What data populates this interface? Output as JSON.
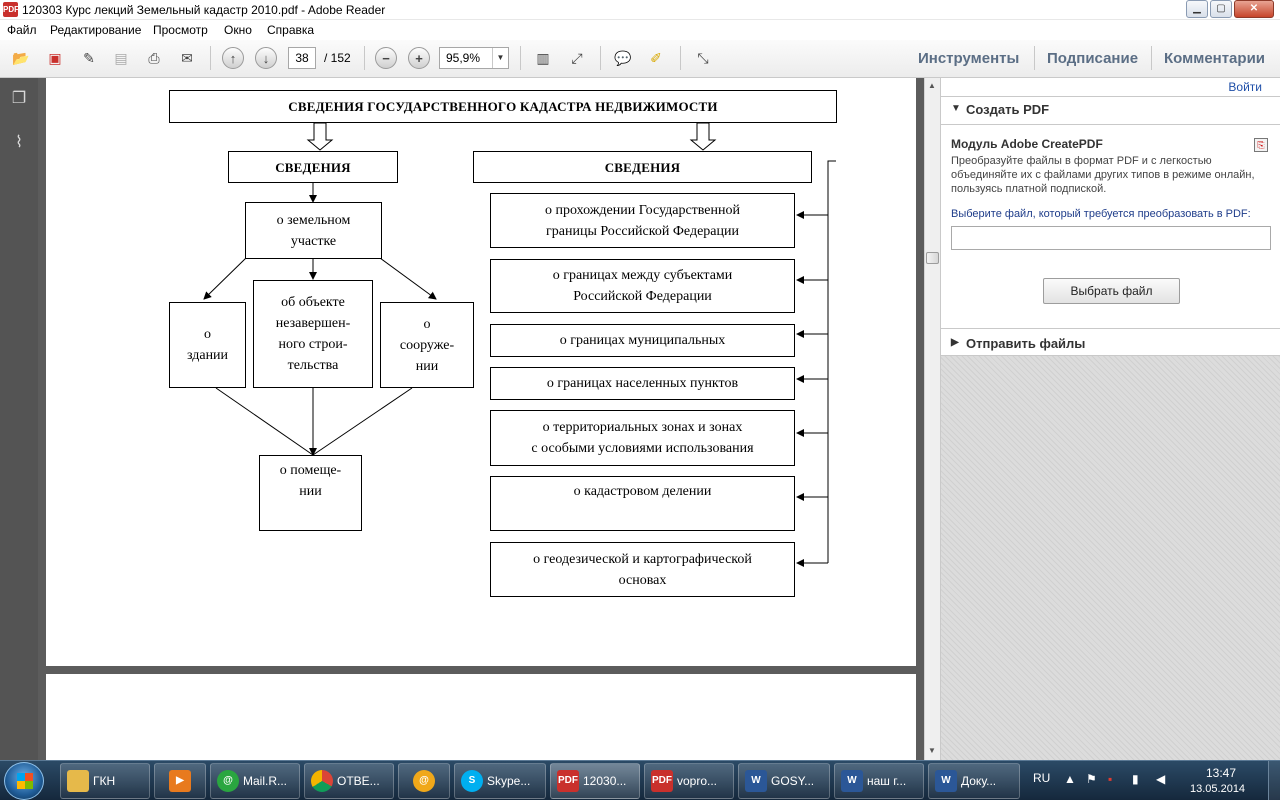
{
  "window": {
    "title": "120303 Курс лекций Земельный кадастр 2010.pdf - Adobe Reader",
    "app_icon": "pdf-icon"
  },
  "menu": [
    "Файл",
    "Редактирование",
    "Просмотр",
    "Окно",
    "Справка"
  ],
  "toolbar": {
    "page_current": "38",
    "page_total": "/ 152",
    "zoom": "95,9%",
    "tools_label": "Инструменты",
    "sign_label": "Подписание",
    "comments_label": "Комментарии"
  },
  "diagram": {
    "header": "СВЕДЕНИЯ  ГОСУДАРСТВЕННОГО  КАДАСТРА НЕДВИЖИМОСТИ",
    "left_head": "СВЕДЕНИЯ",
    "right_head": "СВЕДЕНИЯ",
    "land": "о земельном\nучастке",
    "building": "о\nздании",
    "unfinished": "об объекте\nнезавершен-\nного строи-\nтельства",
    "structure": "о\nсооруже-\nнии",
    "premises": "о помеще-\nнии",
    "right_items": [
      "о прохождении Государственной\nграницы Российской Федерации",
      "о границах между субъектами\nРоссийской Федерации",
      "о границах муниципальных",
      "о границах населенных пунктов",
      "о территориальных зонах и зонах\nс особыми условиями использования",
      "о кадастровом делении",
      "о геодезической и картографической\nосновах"
    ]
  },
  "right_pane": {
    "signin": "Войти",
    "create_pdf": "Создать PDF",
    "module_title": "Модуль Adobe CreatePDF",
    "description": "Преобразуйте файлы в формат PDF и с легкостью объединяйте их с файлами других типов в режиме онлайн, пользуясь платной подпиской.",
    "select_label": "Выберите файл, который требуется преобразовать в PDF:",
    "file_value": "",
    "choose_btn": "Выбрать файл",
    "send_files": "Отправить файлы"
  },
  "taskbar": {
    "items": [
      "ГКН",
      "",
      "Mail.R...",
      "ОТВЕ...",
      "",
      "Skype...",
      "12030...",
      "vopro...",
      "GOSY...",
      "наш г...",
      "Доку..."
    ],
    "lang": "RU",
    "time": "13:47",
    "date": "13.05.2014"
  },
  "colors": {
    "accent_link": "#1f4fa8",
    "toolbar_tabs": "#5b6e85",
    "doc_bg": "#5c5c5c",
    "pdf_red": "#c9302c"
  }
}
